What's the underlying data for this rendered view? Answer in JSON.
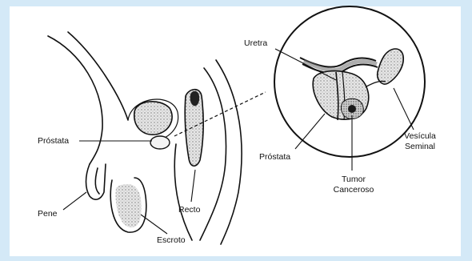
{
  "labels": {
    "uretra": "Uretra",
    "prostata_left": "Próstata",
    "prostata_zoom": "Próstata",
    "vesicula_line1": "Vesícula",
    "vesicula_line2": "Seminal",
    "tumor_line1": "Tumor",
    "tumor_line2": "Canceroso",
    "pene": "Pene",
    "recto": "Recto",
    "escroto": "Escroto"
  },
  "colors": {
    "background": "#d4e9f7",
    "panel": "#ffffff",
    "ink": "#111111",
    "stipple": "#8a8a8a",
    "tumor": "#1a1a1a"
  }
}
